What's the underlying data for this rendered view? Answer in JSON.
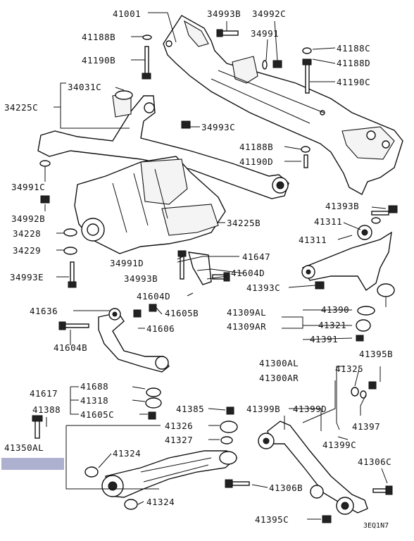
{
  "labels": {
    "p41001": "41001",
    "p34993B": "34993B",
    "p34992C": "34992C",
    "p41188B": "41188B",
    "p34991": "34991",
    "p41188C": "41188C",
    "p41190B": "41190B",
    "p41188D": "41188D",
    "p41190C": "41190C",
    "p34031C": "34031C",
    "p34225C": "34225C",
    "p34993C": "34993C",
    "p41188B_2": "41188B",
    "p41190D": "41190D",
    "p34991C": "34991C",
    "p41393B": "41393B",
    "p34992B": "34992B",
    "p41311a": "41311",
    "p34225B": "34225B",
    "p34228": "34228",
    "p41311b": "41311",
    "p34229": "34229",
    "p34991D": "34991D",
    "p41647": "41647",
    "p34993E": "34993E",
    "p34993B_2": "34993B",
    "p41604D_a": "41604D",
    "p41393C": "41393C",
    "p41604D_b": "41604D",
    "p41636": "41636",
    "p41605B": "41605B",
    "p41309AL": "41309AL",
    "p41390": "41390",
    "p41606": "41606",
    "p41309AR": "41309AR",
    "p41321": "41321",
    "p41391": "41391",
    "p41604B": "41604B",
    "p41300AL": "41300AL",
    "p41395B": "41395B",
    "p41300AR": "41300AR",
    "p41325": "41325",
    "p41617": "41617",
    "p41688": "41688",
    "p41318": "41318",
    "p41605C": "41605C",
    "p41397": "41397",
    "p41385": "41385",
    "p41399B": "41399B",
    "p41399D": "41399D",
    "p41388": "41388",
    "p41326": "41326",
    "p41350AL": "41350AL",
    "p41327": "41327",
    "p41399C": "41399C",
    "p41324a": "41324",
    "p41306C": "41306C",
    "p41306B": "41306B",
    "p41324b": "41324",
    "p41395C": "41395C",
    "code": "3EQ1N7"
  },
  "colors": {
    "highlight": "#aeb0cf",
    "line": "#111111"
  }
}
